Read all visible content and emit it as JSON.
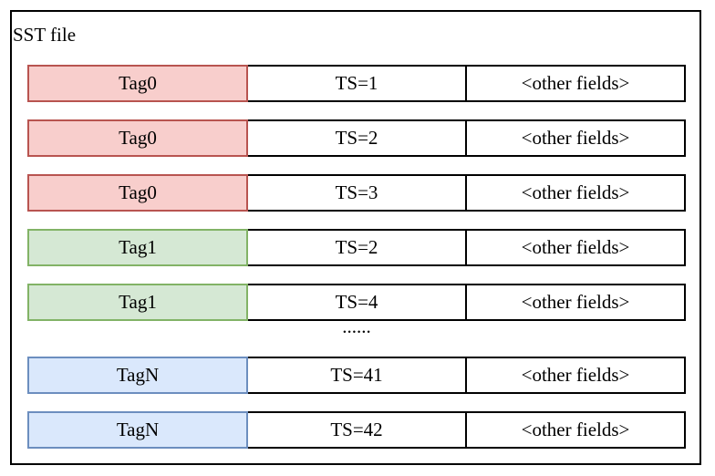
{
  "title": "SST file",
  "ellipsis": "......",
  "colors": {
    "tag0_fill": "#f8cecc",
    "tag0_border": "#b85450",
    "tag1_fill": "#d5e8d4",
    "tag1_border": "#82b366",
    "tagN_fill": "#dae8fc",
    "tagN_border": "#6c8ebf"
  },
  "rows": [
    {
      "tag": "Tag0",
      "ts": "TS=1",
      "other": "<other fields>",
      "color_key": "tag0"
    },
    {
      "tag": "Tag0",
      "ts": "TS=2",
      "other": "<other fields>",
      "color_key": "tag0"
    },
    {
      "tag": "Tag0",
      "ts": "TS=3",
      "other": "<other fields>",
      "color_key": "tag0"
    },
    {
      "tag": "Tag1",
      "ts": "TS=2",
      "other": "<other fields>",
      "color_key": "tag1"
    },
    {
      "tag": "Tag1",
      "ts": "TS=4",
      "other": "<other fields>",
      "color_key": "tag1"
    },
    {
      "tag": "TagN",
      "ts": "TS=41",
      "other": "<other fields>",
      "color_key": "tagN"
    },
    {
      "tag": "TagN",
      "ts": "TS=42",
      "other": "<other fields>",
      "color_key": "tagN"
    }
  ]
}
